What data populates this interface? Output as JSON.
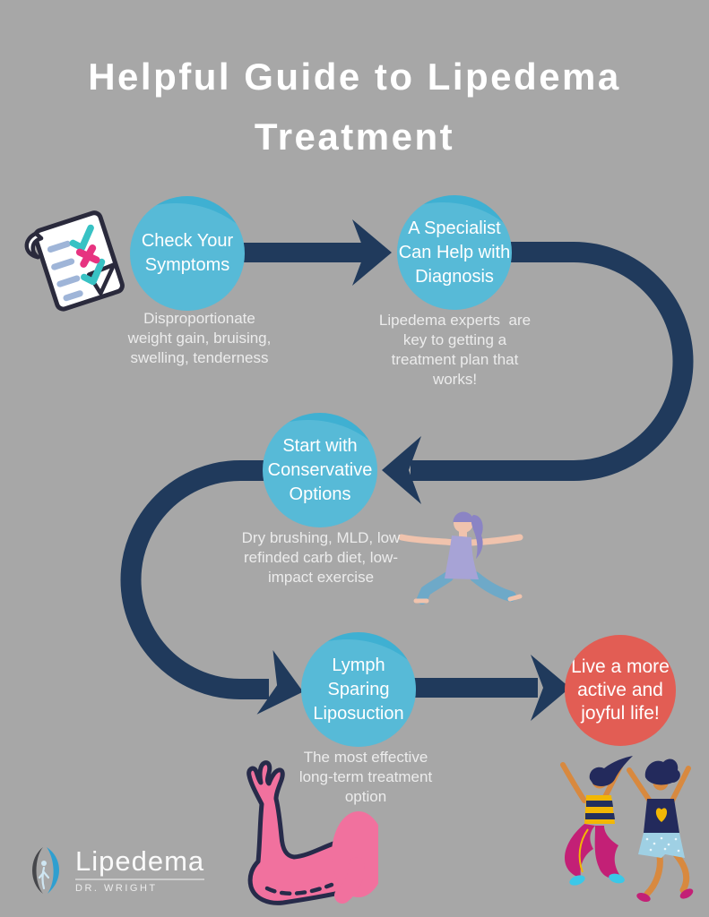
{
  "title": {
    "line1": "Helpful Guide to Lipedema",
    "line2": "Treatment"
  },
  "colors": {
    "background": "#a7a7a7",
    "arrow_navy": "#203a5c",
    "circle_teal": "#3fb0d2",
    "circle_red": "#df4b41",
    "title_text": "#ffffff",
    "caption_text": "#ececec"
  },
  "steps": [
    {
      "label_lines": [
        "Check Your",
        "Symptoms"
      ],
      "caption_lines": [
        "Disproportionate",
        "weight gain, bruising,",
        "swelling, tenderness"
      ]
    },
    {
      "label_lines": [
        "A Specialist",
        "Can Help with",
        "Diagnosis"
      ],
      "caption_lines": [
        "Lipedema experts  are",
        "key to getting a",
        "treatment plan that",
        "works!"
      ]
    },
    {
      "label_lines": [
        "Start with",
        "Conservative",
        "Options"
      ],
      "caption_lines": [
        "Dry brushing, MLD, low",
        "refinded carb diet, low-",
        "impact exercise"
      ]
    },
    {
      "label_lines": [
        "Lymph",
        "Sparing",
        "Liposuction"
      ],
      "caption_lines": [
        "The most effective",
        "long-term treatment",
        "option"
      ]
    }
  ],
  "outcome": {
    "label_lines": [
      "Live a more",
      "active and",
      "joyful life!"
    ]
  },
  "logo": {
    "name": "Lipedema",
    "subtitle": "DR. WRIGHT"
  },
  "illustrations": {
    "checklist": "checklist-scroll-icon",
    "yoga": "yoga-warrior-pose-illustration",
    "arm": "lipedema-arm-illustration",
    "jumpers": "jumping-people-illustration",
    "logo_mark": "lipedema-body-logo-mark"
  }
}
